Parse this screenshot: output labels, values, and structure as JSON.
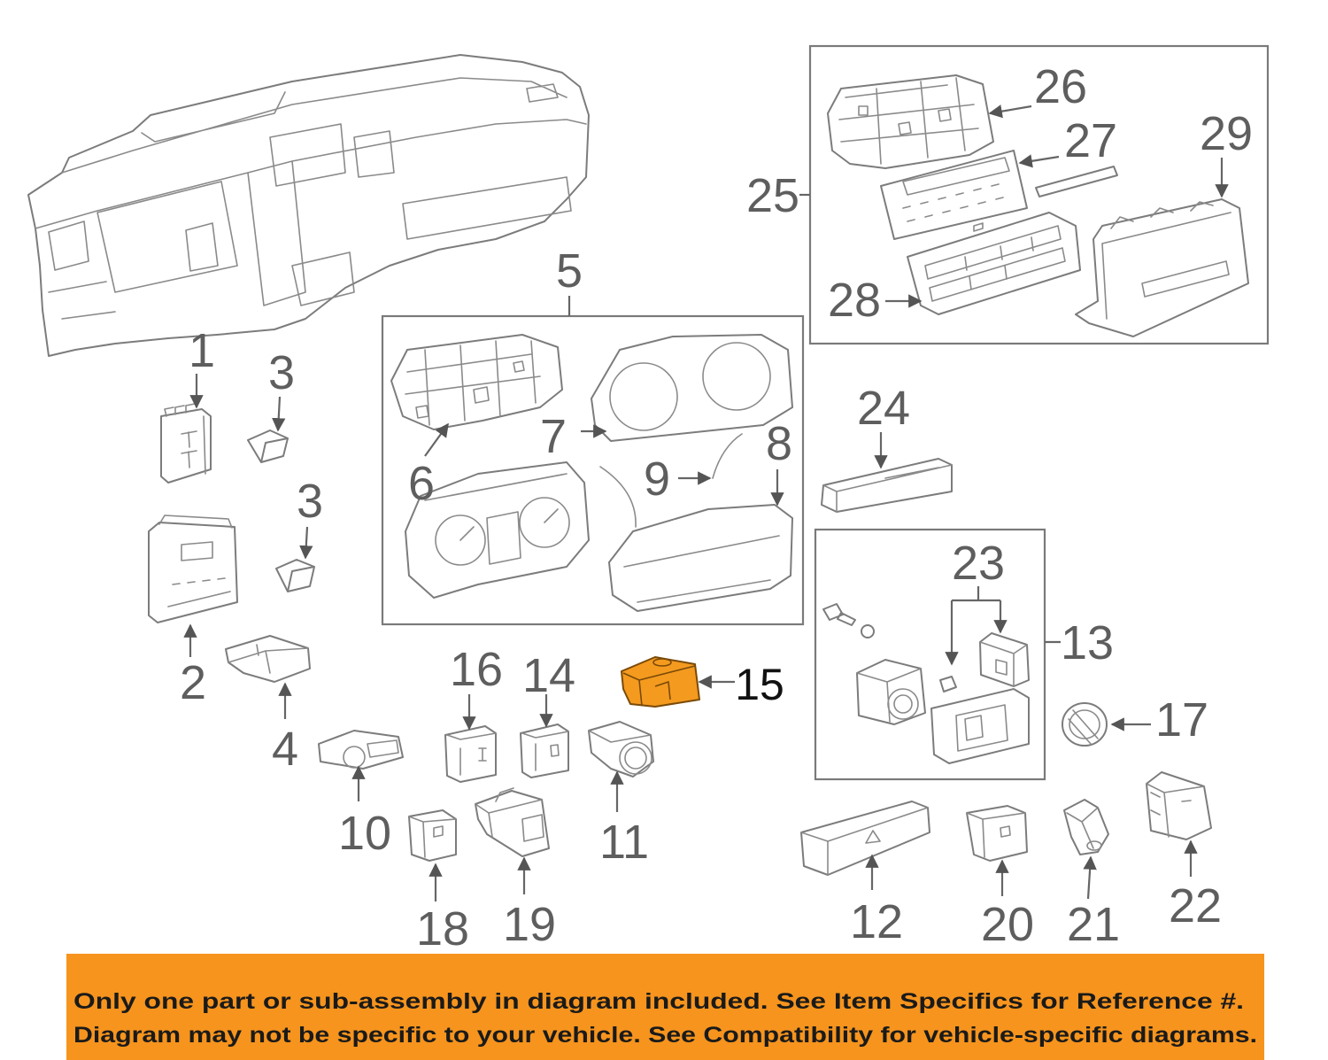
{
  "callouts": {
    "n1": "1",
    "n2": "2",
    "n3a": "3",
    "n3b": "3",
    "n4": "4",
    "n5": "5",
    "n6": "6",
    "n7": "7",
    "n8": "8",
    "n9": "9",
    "n10": "10",
    "n11": "11",
    "n12": "12",
    "n13": "13",
    "n14": "14",
    "n15": "15",
    "n16": "16",
    "n17": "17",
    "n18": "18",
    "n19": "19",
    "n20": "20",
    "n21": "21",
    "n22": "22",
    "n23": "23",
    "n24": "24",
    "n25": "25",
    "n26": "26",
    "n27": "27",
    "n28": "28",
    "n29": "29"
  },
  "highlighted_part": "15",
  "banner": {
    "line1": "Only one part or sub-assembly in diagram included. See Item Specifics for Reference #.",
    "line2": "Diagram may not be specific to your vehicle. See Compatibility for vehicle-specific diagrams."
  },
  "colors": {
    "banner": "#F6941E",
    "highlight": "#F49A1F",
    "line": "#7C7C7C",
    "label": "#5E5E5E"
  }
}
